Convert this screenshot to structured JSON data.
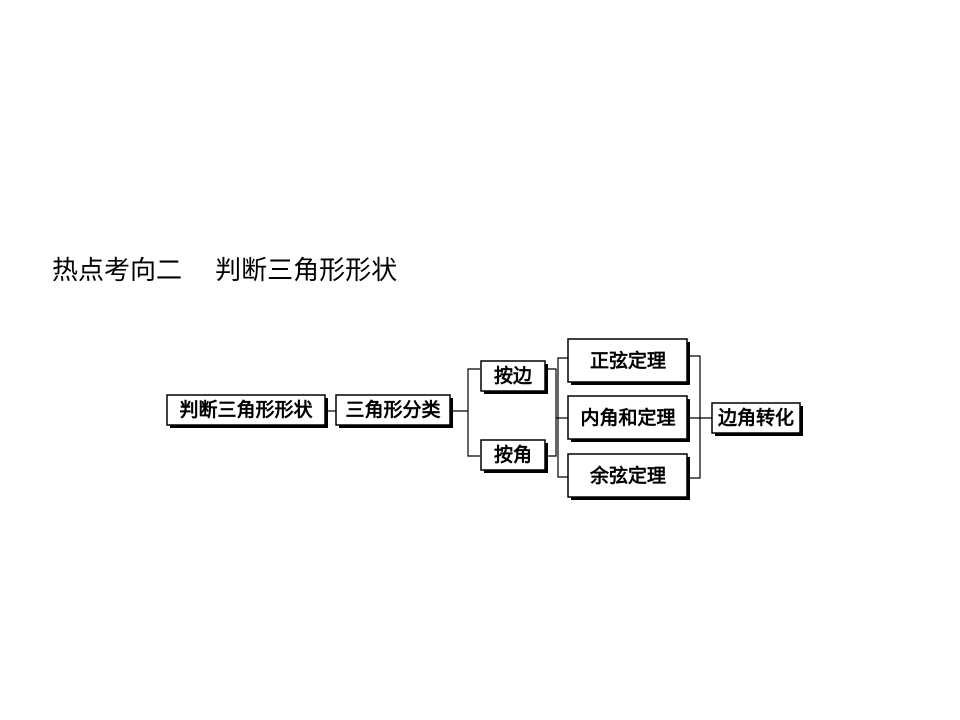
{
  "heading": {
    "label": "热点考向二",
    "topic": "判断三角形形状"
  },
  "nodes": {
    "root": "判断三角形形状",
    "classify": "三角形分类",
    "by_side": "按边",
    "by_angle": "按角",
    "sine_law": "正弦定理",
    "angle_sum": "内角和定理",
    "cosine_law": "余弦定理",
    "conversion": "边角转化"
  }
}
